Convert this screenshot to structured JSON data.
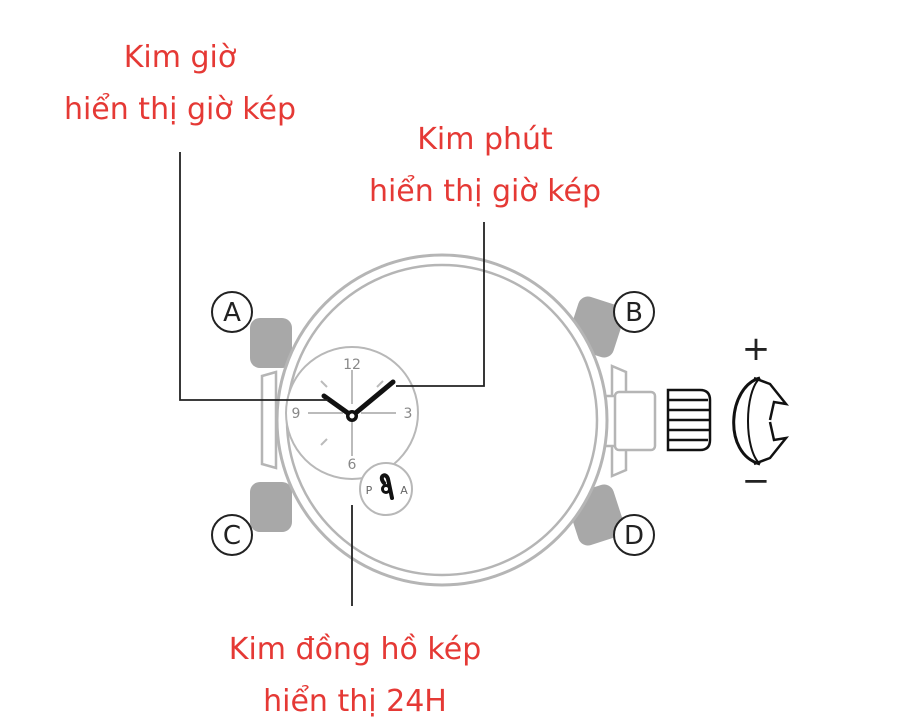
{
  "labels": {
    "hour_hand": {
      "line1": "Kim giờ",
      "line2": "hiển thị giờ kép"
    },
    "minute_hand": {
      "line1": "Kim phút",
      "line2": "hiển thị giờ kép"
    },
    "dual_time_24h_hand": {
      "line1": "Kim đồng hồ kép",
      "line2": "hiển thị 24H"
    }
  },
  "buttons": {
    "a": "A",
    "b": "B",
    "c": "C",
    "d": "D"
  },
  "dial": {
    "n12": "12",
    "n3": "3",
    "n6": "6",
    "n9": "9"
  },
  "subdial": {
    "p": "P",
    "a": "A"
  },
  "crown": {
    "plus": "+",
    "minus": "−"
  },
  "colors": {
    "label": "#e53935",
    "line": "#222222",
    "case": "#b5b5b5",
    "pusher": "#a8a8a8"
  }
}
